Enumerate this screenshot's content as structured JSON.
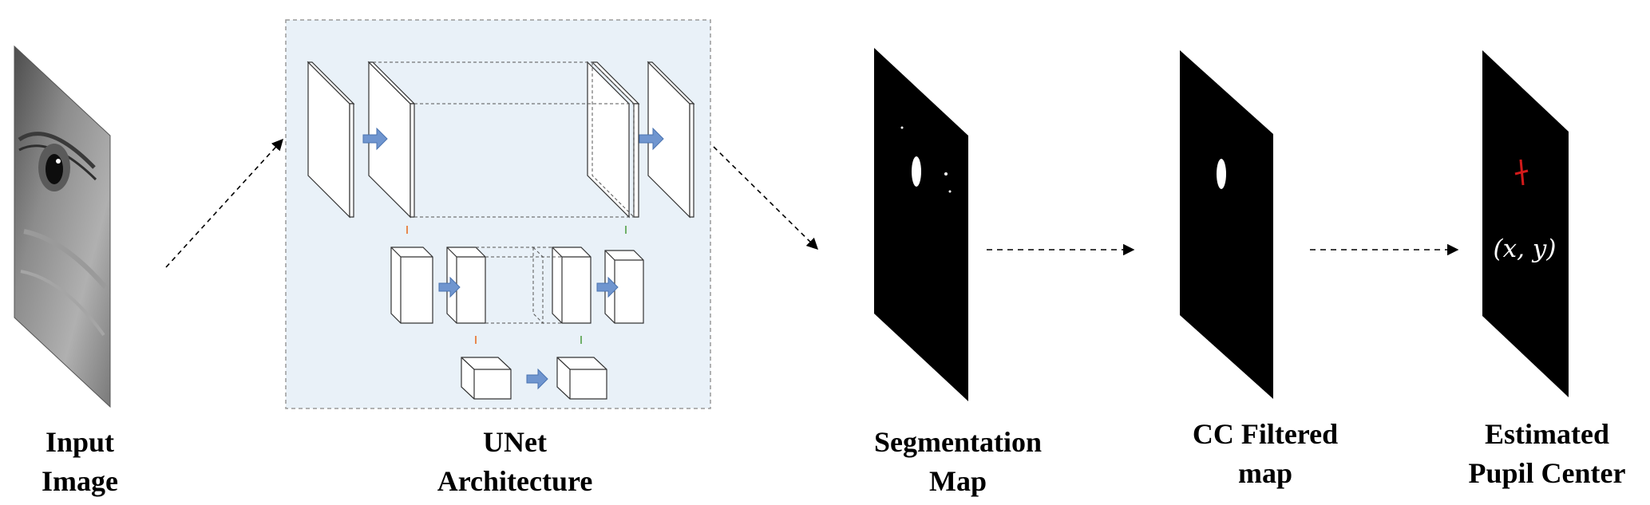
{
  "stages": [
    {
      "id": "input",
      "caption": [
        "Input",
        "Image"
      ]
    },
    {
      "id": "unet",
      "caption": [
        "UNet",
        "Architecture"
      ]
    },
    {
      "id": "segmentation",
      "caption": [
        "Segmentation",
        "Map"
      ]
    },
    {
      "id": "cc",
      "caption": [
        "CC Filtered",
        "map"
      ]
    },
    {
      "id": "pupil",
      "caption": [
        "Estimated",
        "Pupil Center"
      ],
      "coord_label": "(x, y)"
    }
  ],
  "colors": {
    "panel_fill": "#e9f1f8",
    "panel_border": "#9a9a9a",
    "flow_arrow": "#6f95cf",
    "skip_left": "#e8894f",
    "skip_right": "#70b069",
    "map_black": "#000000",
    "pupil_marker": "#d21a1a"
  }
}
